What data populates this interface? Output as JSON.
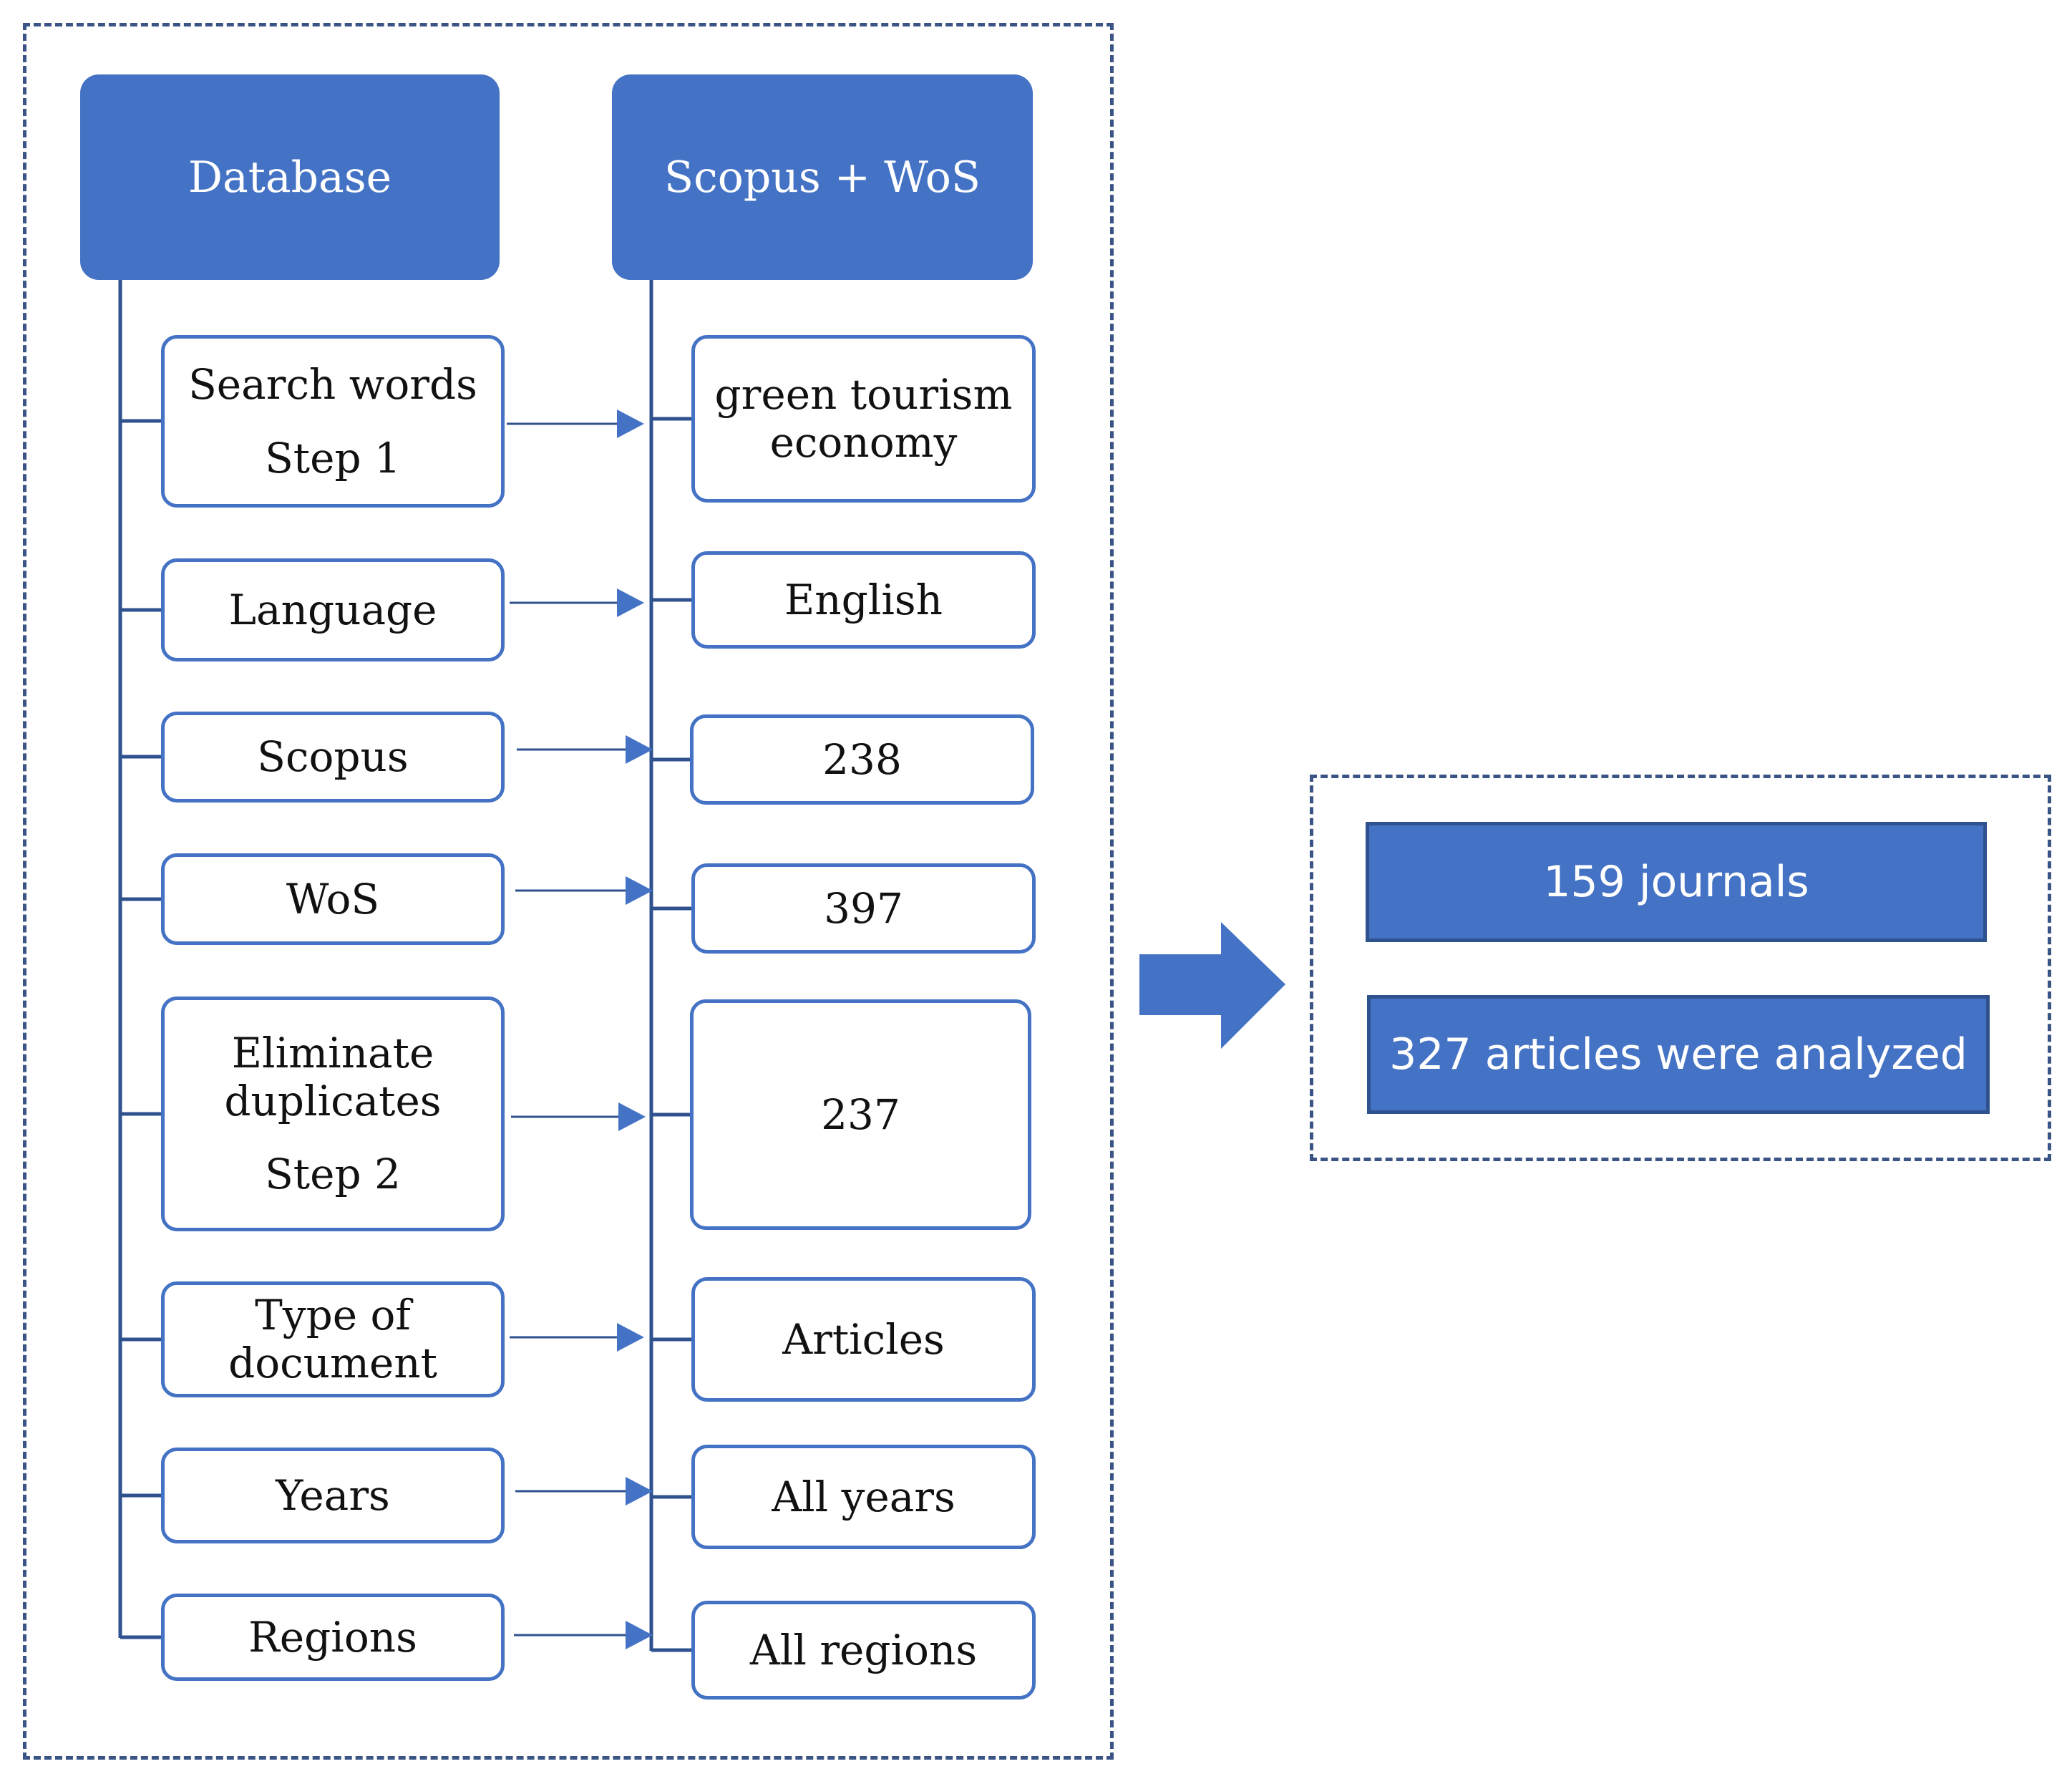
{
  "headers": {
    "left": "Database",
    "right": "Scopus + WoS"
  },
  "criteria": [
    {
      "lines": [
        "Search words",
        "Step 1"
      ]
    },
    {
      "lines": [
        "Language"
      ]
    },
    {
      "lines": [
        "Scopus"
      ]
    },
    {
      "lines": [
        "WoS"
      ]
    },
    {
      "lines": [
        "Eliminate",
        "duplicates",
        "Step 2"
      ]
    },
    {
      "lines": [
        "Type of",
        "document"
      ]
    },
    {
      "lines": [
        "Years"
      ]
    },
    {
      "lines": [
        "Regions"
      ]
    }
  ],
  "values": [
    {
      "lines": [
        "green tourism",
        "economy"
      ]
    },
    {
      "lines": [
        "English"
      ]
    },
    {
      "lines": [
        "238"
      ]
    },
    {
      "lines": [
        "397"
      ]
    },
    {
      "lines": [
        "237"
      ]
    },
    {
      "lines": [
        "Articles"
      ]
    },
    {
      "lines": [
        "All years"
      ]
    },
    {
      "lines": [
        "All regions"
      ]
    }
  ],
  "results": {
    "journals": "159 journals",
    "articles": "327 articles were analyzed"
  },
  "colors": {
    "fill": "#4472c4",
    "line": "#2f528f",
    "frame": "#3a5585"
  }
}
